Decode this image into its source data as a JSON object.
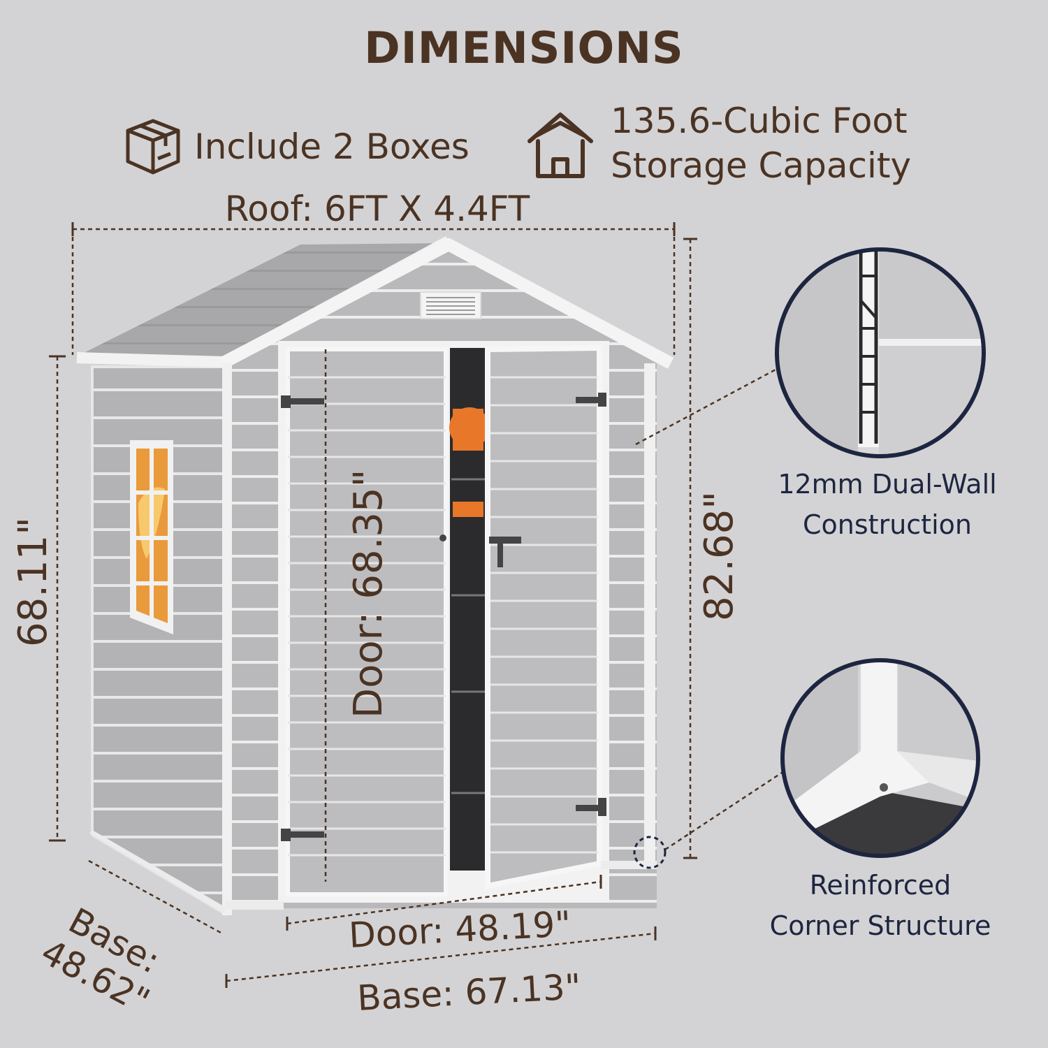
{
  "title": "DIMENSIONS",
  "features": [
    {
      "icon": "box-icon",
      "text": "Include 2 Boxes"
    },
    {
      "icon": "house-icon",
      "line1": "135.6-Cubic Foot",
      "line2": "Storage Capacity"
    }
  ],
  "dimensions": {
    "roof": "Roof: 6FT X 4.4FT",
    "side_height": "68.11\"",
    "door_height": "Door: 68.35\"",
    "total_height": "82.68\"",
    "door_width": "Door: 48.19\"",
    "base_depth_line1": "Base:",
    "base_depth_line2": "48.62\"",
    "base_width": "Base: 67.13\""
  },
  "details": [
    {
      "line1": "12mm Dual-Wall",
      "line2": "Construction"
    },
    {
      "line1": "Reinforced",
      "line2": "Corner Structure"
    }
  ],
  "colors": {
    "background": "#d3d3d5",
    "text_brown": "#4b3323",
    "text_navy": "#1d2540",
    "shed_gray": "#a9a9ab",
    "trim_white": "#f2f2f2"
  }
}
